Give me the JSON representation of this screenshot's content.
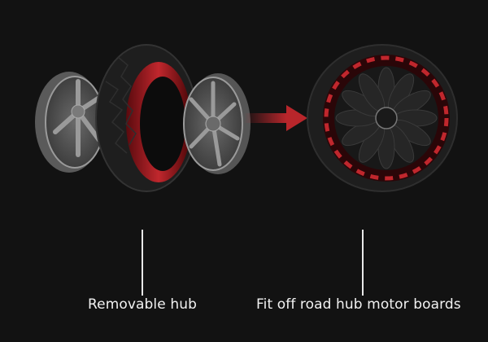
{
  "captions": {
    "left": "Removable hub",
    "right": "Fit off road hub motor boards"
  },
  "colors": {
    "background": "#121212",
    "accent_red": "#c0272d",
    "tire_dark": "#1e1e1e",
    "rim_grey": "#8a8a8a",
    "text": "#f2f2f2"
  },
  "images": {
    "left": "exploded-wheel-with-removable-hub",
    "right": "assembled-hub-motor-wheel"
  }
}
